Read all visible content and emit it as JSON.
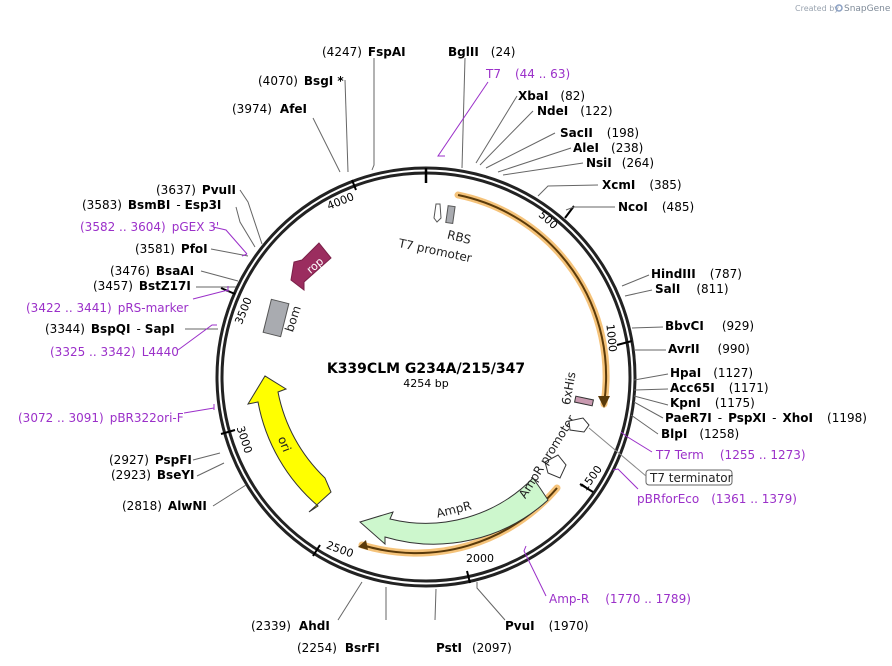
{
  "credit": {
    "created_by": "Created by",
    "brand": "SnapGene"
  },
  "plasmid": {
    "name": "K339CLM G234A/215/347",
    "size_label": "4254 bp"
  },
  "ticks": [
    "500",
    "1000",
    "1500",
    "2000",
    "2500",
    "3000",
    "3500",
    "4000"
  ],
  "enzymes": [
    {
      "name": "FspAI",
      "pos": "(4247)"
    },
    {
      "name": "BglII",
      "pos": "(24)"
    },
    {
      "name": "BsgI *",
      "pos": "(4070)"
    },
    {
      "name": "AfeI",
      "pos": "(3974)"
    },
    {
      "name": "XbaI",
      "pos": "(82)"
    },
    {
      "name": "NdeI",
      "pos": "(122)"
    },
    {
      "name": "SacII",
      "pos": "(198)"
    },
    {
      "name": "AleI",
      "pos": "(238)"
    },
    {
      "name": "NsiI",
      "pos": "(264)"
    },
    {
      "name": "XcmI",
      "pos": "(385)"
    },
    {
      "name": "NcoI",
      "pos": "(485)"
    },
    {
      "name": "HindIII",
      "pos": "(787)"
    },
    {
      "name": "SalI",
      "pos": "(811)"
    },
    {
      "name": "BbvCI",
      "pos": "(929)"
    },
    {
      "name": "AvrII",
      "pos": "(990)"
    },
    {
      "name": "HpaI",
      "pos": "(1127)"
    },
    {
      "name": "Acc65I",
      "pos": "(1171)"
    },
    {
      "name": "KpnI",
      "pos": "(1175)"
    },
    {
      "name": "BlpI",
      "pos": "(1258)"
    },
    {
      "name": "PvuII",
      "pos": "(3637)"
    },
    {
      "name": "PfoI",
      "pos": "(3581)"
    },
    {
      "name": "BsaAI",
      "pos": "(3476)"
    },
    {
      "name": "BstZ17I",
      "pos": "(3457)"
    },
    {
      "name": "PspFI",
      "pos": "(2927)"
    },
    {
      "name": "BseYI",
      "pos": "(2923)"
    },
    {
      "name": "AlwNI",
      "pos": "(2818)"
    },
    {
      "name": "AhdI",
      "pos": "(2339)"
    },
    {
      "name": "BsrFI",
      "pos": "(2254)"
    },
    {
      "name": "PstI",
      "pos": "(2097)"
    },
    {
      "name": "PvuI",
      "pos": "(1970)"
    }
  ],
  "multi_enzymes": {
    "paer7i": {
      "a": "PaeR7I",
      "sep1": "-",
      "b": "PspXI",
      "sep2": "-",
      "c": "XhoI",
      "pos": "(1198)"
    },
    "bsmbi": {
      "pos": "(3583)",
      "a": "BsmBI",
      "sep": "-",
      "b": "Esp3I"
    },
    "bspqi": {
      "pos": "(3344)",
      "a": "BspQI",
      "sep": "-",
      "b": "SapI"
    }
  },
  "primers": [
    {
      "name": "T7",
      "range": "(44 .. 63)"
    },
    {
      "name": "pGEX 3'",
      "range": "(3582 .. 3604)"
    },
    {
      "name": "pRS-marker",
      "range": "(3422 .. 3441)"
    },
    {
      "name": "L4440",
      "range": "(3325 .. 3342)"
    },
    {
      "name": "pBR322ori-F",
      "range": "(3072 .. 3091)"
    },
    {
      "name": "T7 Term",
      "range": "(1255 .. 1273)"
    },
    {
      "name": "pBRforEco",
      "range": "(1361 .. 1379)"
    },
    {
      "name": "Amp-R",
      "range": "(1770 .. 1789)"
    }
  ],
  "features": {
    "rbs": "RBS",
    "t7_promoter": "T7 promoter",
    "rop": "rop",
    "bom": "bom",
    "his": "6xHis",
    "ampr_promoter": "AmpR promoter",
    "t7_terminator": "T7 terminator",
    "ampr": "AmpR",
    "ori": "ori"
  },
  "colors": {
    "backbone": "#222222",
    "primer": "#9b30c9",
    "orf_highlight": "#f5c37a",
    "ampr_fill": "#cdf7cd",
    "ori_fill": "#ffff00",
    "rop_fill": "#9b2d5f",
    "bom_fill": "#a9abb0",
    "his_fill": "#c99ab0"
  }
}
